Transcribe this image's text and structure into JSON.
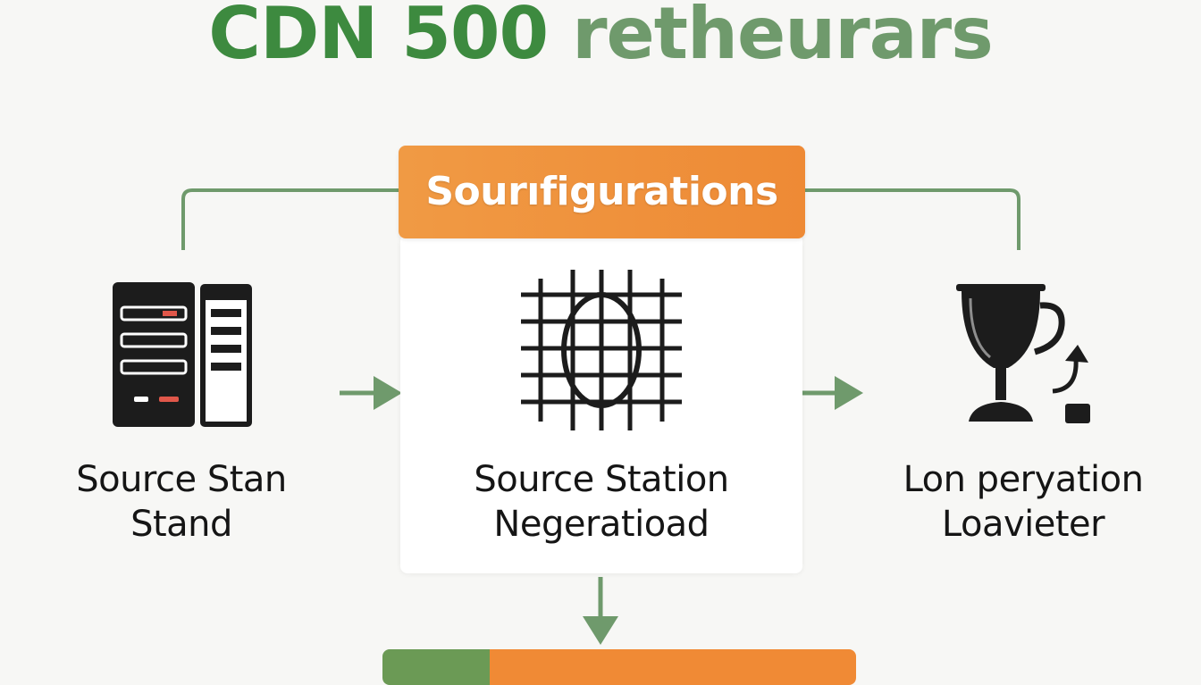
{
  "title": {
    "part1": "CDN 500",
    "part2": "retheurars"
  },
  "banner": {
    "label": "Sourıfigurations"
  },
  "nodes": [
    {
      "icon": "server-icon",
      "line1": "Source Stan",
      "line2": "Stand"
    },
    {
      "icon": "globe-grid-icon",
      "line1": "Source Station",
      "line2": "Negeratioad"
    },
    {
      "icon": "trophy-icon",
      "line1": "Lon peryation",
      "line2": "Loavieter"
    }
  ],
  "colors": {
    "background": "#f7f7f5",
    "title_green": "#3d8a3f",
    "title_muted_green": "#6f9a6c",
    "connector_green": "#6f9a6c",
    "accent_orange": "#ee8a35",
    "icon_dark": "#1c1c1c",
    "server_red": "#e0574a"
  }
}
